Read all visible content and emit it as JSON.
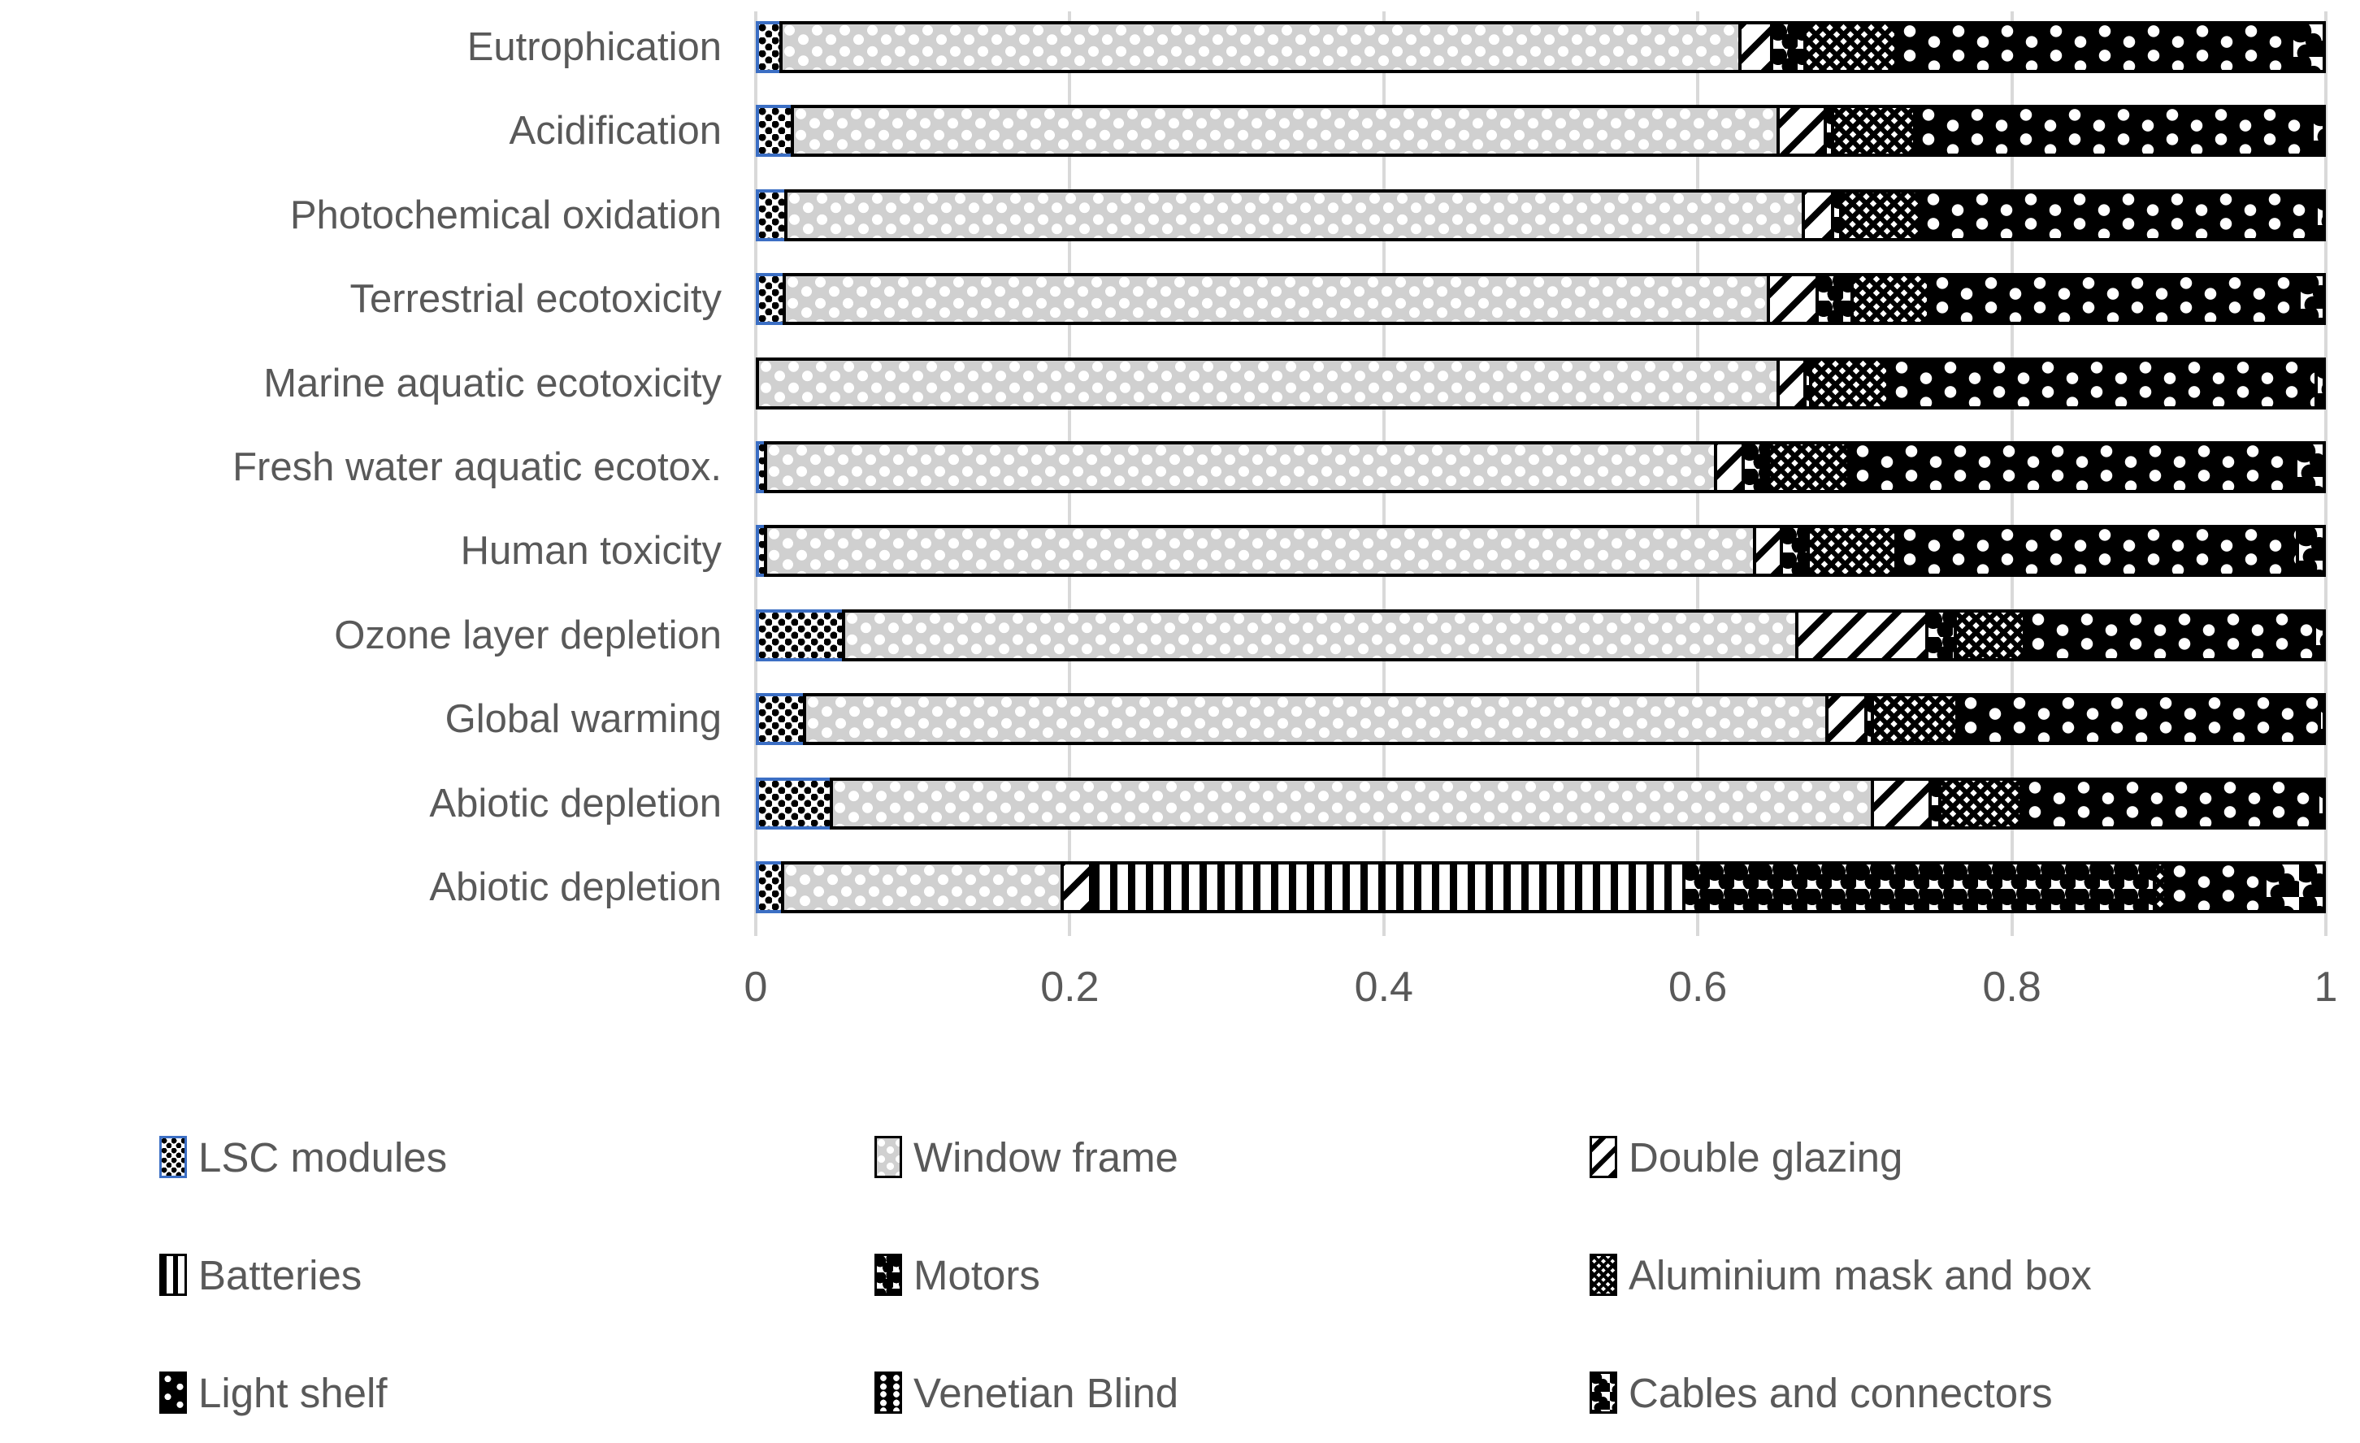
{
  "chart_data": {
    "type": "bar",
    "orientation": "horizontal",
    "stacked": true,
    "normalized": true,
    "title": "",
    "xlabel": "",
    "ylabel": "",
    "xlim": [
      0,
      1
    ],
    "xticks": [
      "0",
      "0.2",
      "0.4",
      "0.6",
      "0.8",
      "1"
    ],
    "xtick_values": [
      0,
      0.2,
      0.4,
      0.6,
      0.8,
      1
    ],
    "grid": "vertical",
    "legend_position": "bottom",
    "categories": [
      "Eutrophication",
      "Acidification",
      "Photochemical oxidation",
      "Terrestrial ecotoxicity",
      "Marine aquatic ecotoxicity",
      "Fresh water aquatic ecotox.",
      "Human toxicity",
      "Ozone layer depletion",
      "Global warming",
      "Abiotic depletion",
      "Abiotic depletion"
    ],
    "series": [
      {
        "name": "LSC modules",
        "pattern": "dotted-grid",
        "border_color": "#3c6fc4",
        "values": [
          0.015,
          0.022,
          0.018,
          0.017,
          0.0,
          0.005,
          0.005,
          0.055,
          0.03,
          0.047,
          0.016
        ]
      },
      {
        "name": "Window frame",
        "pattern": "light-gray-dots",
        "fill_color": "#d0d0d0",
        "values": [
          0.611,
          0.628,
          0.648,
          0.627,
          0.65,
          0.605,
          0.63,
          0.607,
          0.651,
          0.663,
          0.178
        ]
      },
      {
        "name": "Double glazing",
        "pattern": "diagonal-stripes",
        "values": [
          0.02,
          0.03,
          0.019,
          0.031,
          0.017,
          0.018,
          0.017,
          0.083,
          0.025,
          0.037,
          0.018
        ]
      },
      {
        "name": "Batteries",
        "pattern": "vertical-stripes",
        "values": [
          0.0,
          0.0,
          0.0,
          0.0,
          0.0,
          0.0,
          0.0,
          0.0,
          0.0,
          0.0,
          0.378
        ]
      },
      {
        "name": "Motors",
        "pattern": "sparse-checker",
        "values": [
          0.021,
          0.005,
          0.005,
          0.022,
          0.004,
          0.016,
          0.017,
          0.018,
          0.004,
          0.006,
          0.3
        ]
      },
      {
        "name": "Aluminium mask and box",
        "pattern": "dense-crosshatch",
        "values": [
          0.058,
          0.052,
          0.05,
          0.049,
          0.049,
          0.051,
          0.056,
          0.044,
          0.054,
          0.052,
          0.007
        ]
      },
      {
        "name": "Light shelf",
        "pattern": "black-with-dots",
        "values": [
          0.252,
          0.253,
          0.253,
          0.236,
          0.273,
          0.285,
          0.256,
          0.185,
          0.231,
          0.189,
          0.063
        ]
      },
      {
        "name": "Venetian Blind",
        "pattern": "black-dot-pairs",
        "values": [
          0.0,
          0.0,
          0.0,
          0.0,
          0.0,
          0.0,
          0.0,
          0.0,
          0.0,
          0.0,
          0.0
        ]
      },
      {
        "name": "Cables and connectors",
        "pattern": "scattered-checker",
        "values": [
          0.023,
          0.01,
          0.007,
          0.018,
          0.007,
          0.02,
          0.019,
          0.008,
          0.005,
          0.006,
          0.04
        ]
      }
    ]
  },
  "legend": {
    "items": [
      {
        "label": "LSC modules",
        "swatch": "p-lsc",
        "icon": "lsc-modules-swatch"
      },
      {
        "label": "Window frame",
        "swatch": "p-window",
        "icon": "window-frame-swatch"
      },
      {
        "label": "Double glazing",
        "swatch": "p-glazing",
        "icon": "double-glazing-swatch"
      },
      {
        "label": "Batteries",
        "swatch": "p-batteries",
        "icon": "batteries-swatch"
      },
      {
        "label": "Motors",
        "swatch": "p-motors",
        "icon": "motors-swatch"
      },
      {
        "label": "Aluminium mask and box",
        "swatch": "p-alu",
        "icon": "aluminium-swatch"
      },
      {
        "label": "Light shelf",
        "swatch": "p-lightshelf",
        "icon": "light-shelf-swatch"
      },
      {
        "label": "Venetian Blind",
        "swatch": "p-venetian",
        "icon": "venetian-blind-swatch"
      },
      {
        "label": "Cables and connectors",
        "swatch": "p-cables",
        "icon": "cables-swatch"
      }
    ]
  },
  "colors": {
    "axis_text": "#595959",
    "gridline": "#d9d9d9",
    "bar_outline": "#000000",
    "lsc_border": "#3c6fc4",
    "window_frame_fill": "#d0d0d0",
    "background": "#ffffff"
  }
}
